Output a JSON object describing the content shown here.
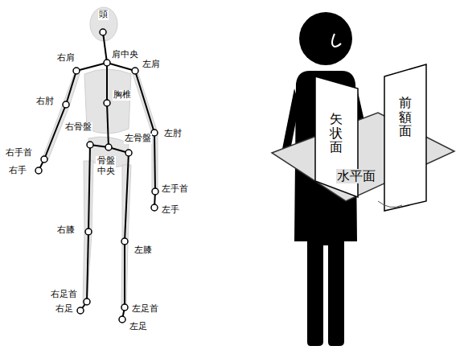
{
  "diagram": {
    "labels": [
      "頭",
      "右肩",
      "肩中央",
      "左肩",
      "胸椎",
      "右肘",
      "左肘",
      "右骨盤",
      "左骨盤",
      "骨盤 中央",
      "右手首",
      "右手",
      "左手首",
      "左手",
      "右膝",
      "左膝",
      "右足首",
      "右足",
      "左足首",
      "左足",
      "矢状面",
      "前額面",
      "水平面"
    ]
  }
}
